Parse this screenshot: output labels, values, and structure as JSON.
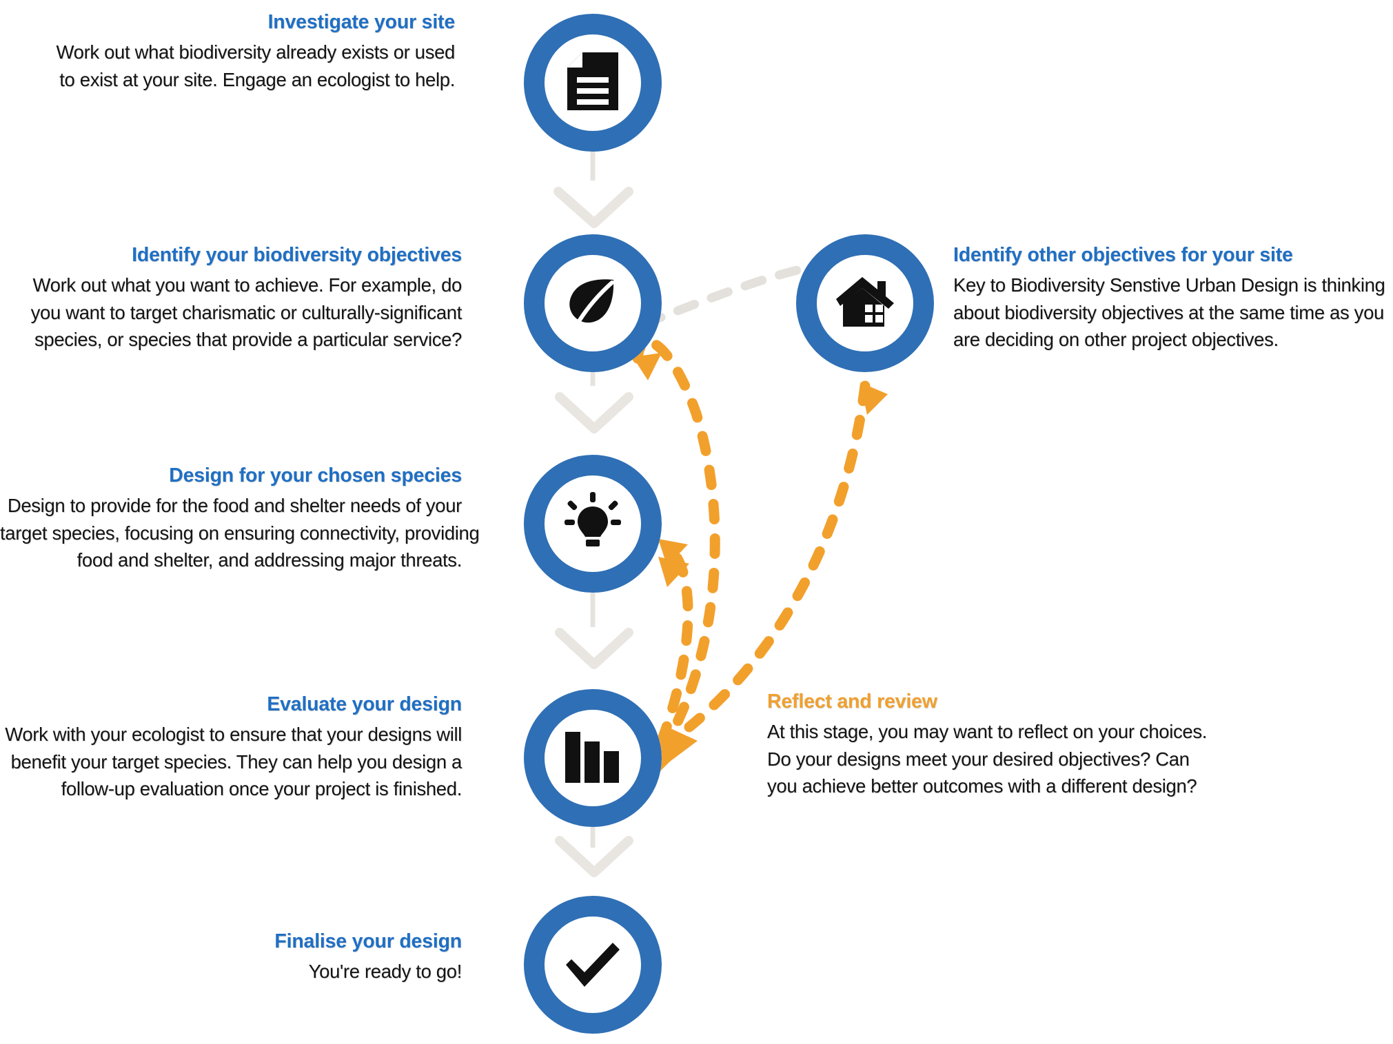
{
  "diagram": {
    "title": "Biodiversity Sensitive Urban Design process flowchart",
    "colors": {
      "node_blue": "#2f6fb5",
      "heading_blue": "#1f6fc4",
      "accent_orange": "#f0a030",
      "arrow_grey": "#e8e6e2",
      "body_black": "#141414",
      "background": "#ffffff"
    },
    "steps": [
      {
        "id": "investigate",
        "icon": "document-icon",
        "title": "Investigate your site",
        "body": [
          "Work out what biodiversity already exists or used",
          "to exist at your site. Engage an ecologist to help."
        ]
      },
      {
        "id": "identify-biodiversity-objectives",
        "icon": "leaf-icon",
        "title": "Identify your biodiversity objectives",
        "body": [
          "Work out what you want to achieve. For example, do",
          "you want to target charismatic or culturally-significant",
          "species, or species that provide a particular service?"
        ]
      },
      {
        "id": "design-for-species",
        "icon": "lightbulb-icon",
        "title": "Design for your chosen species",
        "body": [
          "Design to provide for the food and shelter needs of your",
          "target species, focusing on ensuring connectivity, providing",
          "food and shelter, and addressing major threats."
        ]
      },
      {
        "id": "evaluate-design",
        "icon": "bar-chart-icon",
        "title": "Evaluate your design",
        "body": [
          "Work with your ecologist to ensure that your designs will",
          "benefit your target species. They can help you design a",
          "follow-up evaluation once your project is finished."
        ]
      },
      {
        "id": "finalise-design",
        "icon": "check-icon",
        "title": "Finalise your design",
        "body": [
          "You're ready to go!"
        ]
      }
    ],
    "side_nodes": [
      {
        "id": "identify-other-objectives",
        "icon": "house-icon",
        "title": "Identify other objectives for your site",
        "body": [
          "Key to Biodiversity Senstive Urban Design is thinking",
          "about biodiversity objectives at the same time as you",
          "are deciding on other project objectives."
        ]
      }
    ],
    "annotations": [
      {
        "id": "reflect-and-review",
        "title": "Reflect and review",
        "body": [
          "At this stage, you may want to reflect on your choices.",
          "Do your designs meet your desired objectives? Can",
          "you achieve better outcomes with a different design?"
        ]
      }
    ]
  }
}
